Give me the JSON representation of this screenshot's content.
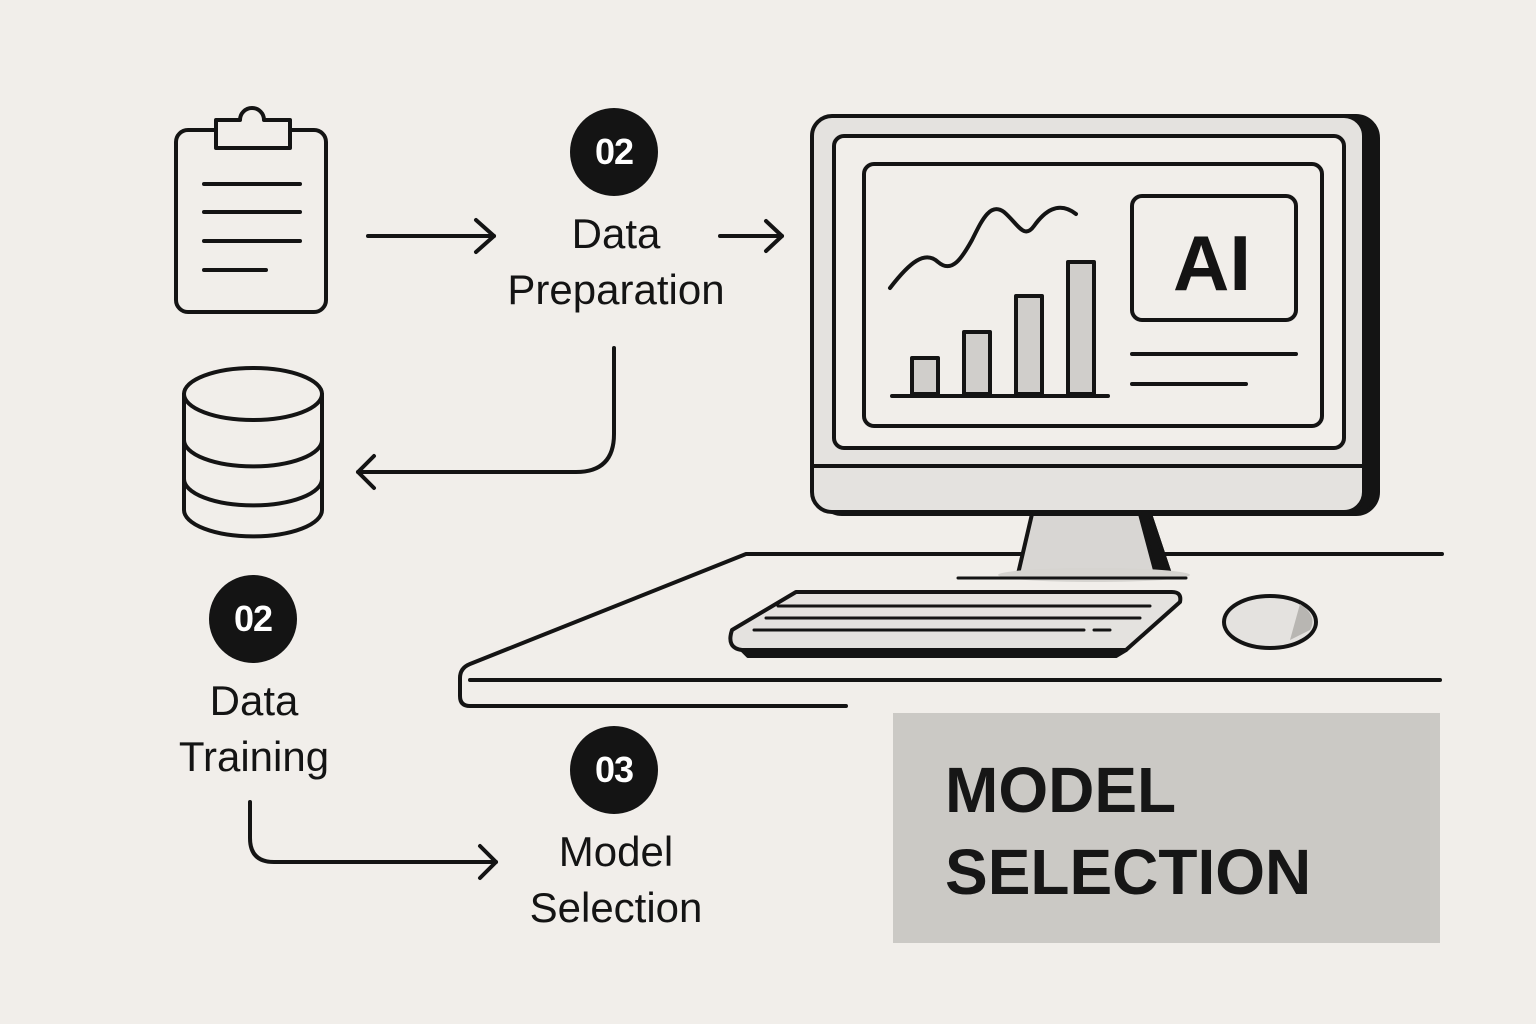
{
  "steps": {
    "prep": {
      "number": "02",
      "line1": "Data",
      "line2": "Preparation"
    },
    "training": {
      "number": "02",
      "line1": "Data",
      "line2": "Training"
    },
    "selection": {
      "number": "03",
      "line1": "Model",
      "line2": "Selection"
    }
  },
  "screen": {
    "badge_text": "AI"
  },
  "banner": {
    "line1": "MODEL",
    "line2": "SELECTION"
  },
  "colors": {
    "background": "#f1eeea",
    "ink": "#141414",
    "banner_fill": "#cbc9c5",
    "monitor_fill": "#e4e2df"
  },
  "icons": [
    "clipboard-icon",
    "database-icon",
    "computer-monitor-icon",
    "keyboard-icon",
    "mouse-icon",
    "line-chart-icon",
    "bar-chart-icon"
  ]
}
